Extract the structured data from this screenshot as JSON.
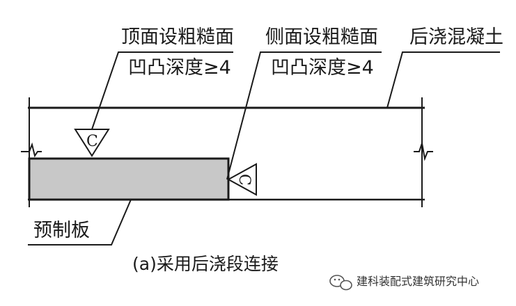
{
  "labels": {
    "top_rough_line1": "顶面设粗糙面",
    "top_rough_line2": "凹凸深度≥4",
    "side_rough_line1": "侧面设粗糙面",
    "side_rough_line2": "凹凸深度≥4",
    "post_cast": "后浇混凝土",
    "precast": "预制板"
  },
  "symbols": {
    "top_mark": "C",
    "side_mark": "C"
  },
  "caption": "(a)采用后浇段连接",
  "watermark": {
    "text": "建科装配式建筑研究中心",
    "icon": "wechat-icon"
  },
  "colors": {
    "line": "#1a1a1a",
    "precast_fill": "#c8c8c8"
  }
}
